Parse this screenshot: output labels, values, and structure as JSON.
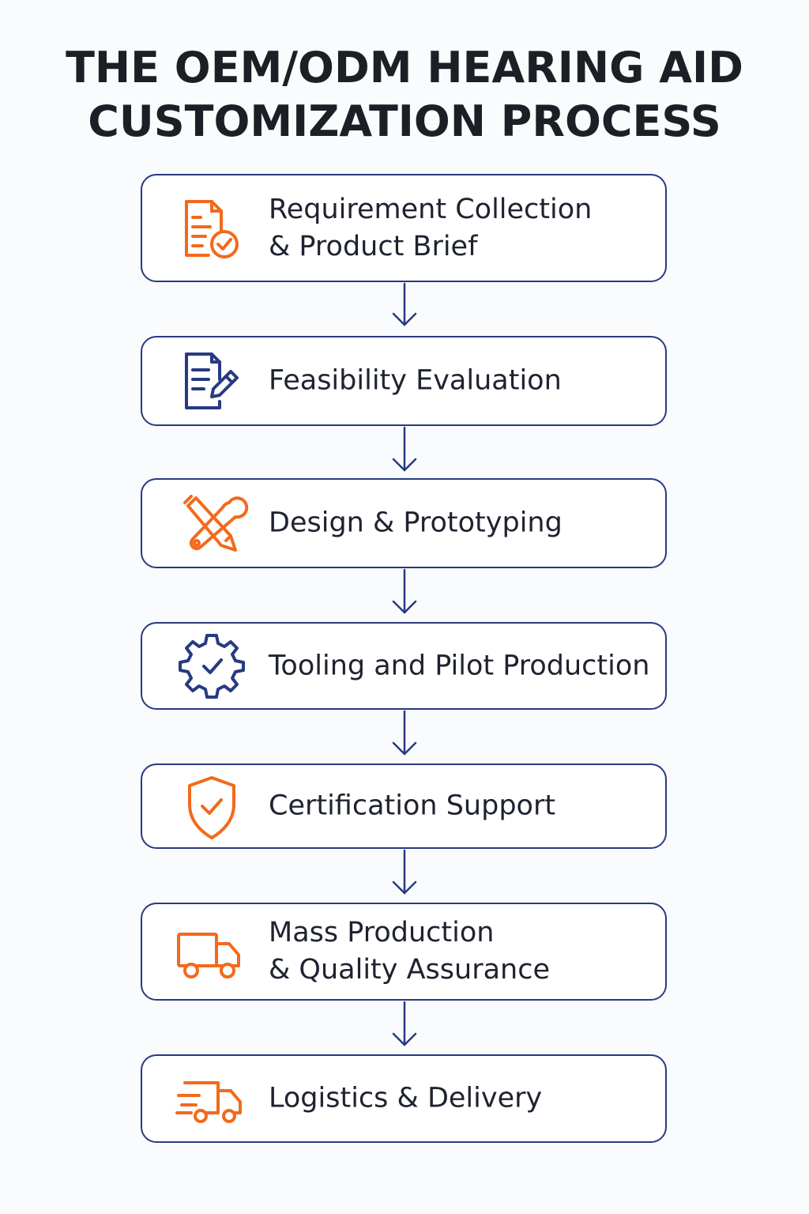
{
  "title": {
    "line1": "THE OEM/ODM HEARING AID",
    "line2": "CUSTOMIZATION PROCESS"
  },
  "colors": {
    "navy": "#273a82",
    "orange": "#f26a1b",
    "text": "#1f2230"
  },
  "steps": [
    {
      "icon": "document-check-icon",
      "line1": "Requirement Collection",
      "line2": "& Product Brief"
    },
    {
      "icon": "document-edit-icon",
      "line1": "Feasibility Evaluation",
      "line2": ""
    },
    {
      "icon": "wrench-pencil-icon",
      "line1": "Design & Prototyping",
      "line2": ""
    },
    {
      "icon": "gear-check-icon",
      "line1": "Tooling and Pilot Production",
      "line2": ""
    },
    {
      "icon": "shield-check-icon",
      "line1": "Certification Support",
      "line2": ""
    },
    {
      "icon": "truck-icon",
      "line1": "Mass Production",
      "line2": "& Quality Assurance"
    },
    {
      "icon": "fast-truck-icon",
      "line1": "Logistics & Delivery",
      "line2": ""
    }
  ]
}
